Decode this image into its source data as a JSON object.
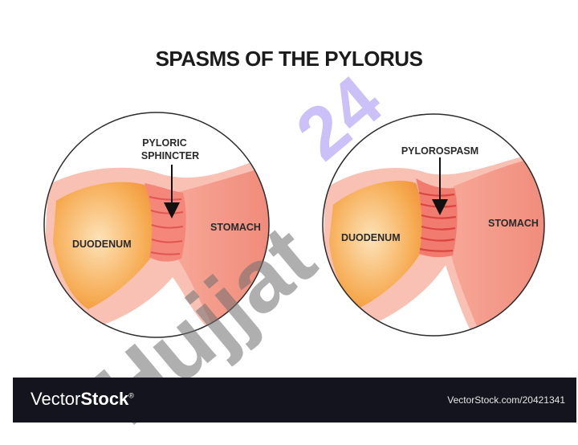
{
  "title": "SPASMS OF THE PYLORUS",
  "left_panel": {
    "sphincter_label_line1": "PYLORIC",
    "sphincter_label_line2": "SPHINCTER",
    "duodenum_label": "DUODENUM",
    "stomach_label": "STOMACH"
  },
  "right_panel": {
    "spasm_label": "PYLOROSPASM",
    "duodenum_label": "DUODENUM",
    "stomach_label": "STOMACH"
  },
  "footer": {
    "brand_regular": "Vector",
    "brand_bold": "Stock",
    "brand_mark": "®",
    "url": "VectorStock.com/20421341"
  },
  "watermark": {
    "primary": "24",
    "secondary": "Hujjat"
  },
  "colors": {
    "duodenum_core": "#f6a94e",
    "duodenum_light": "#fde2b8",
    "stomach": "#f49a8b",
    "outer_tissue": "#f9b7ab",
    "folds": "#e85a54",
    "footer_bg": "#14141f",
    "watermark_purple": "#b9a9f6"
  }
}
